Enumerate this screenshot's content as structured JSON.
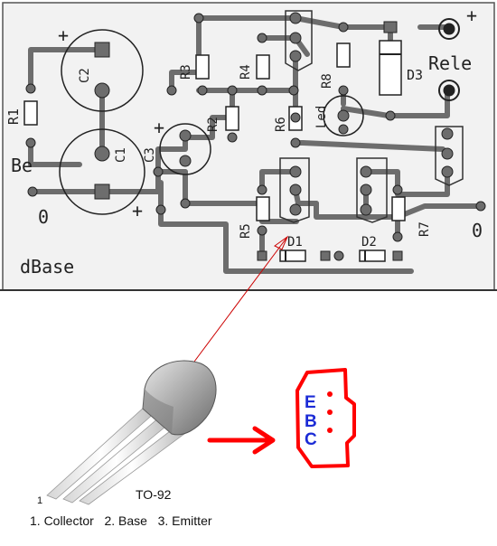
{
  "pcb": {
    "board_title": "dBase",
    "input_label": "Be",
    "zero_left": "0",
    "zero_right": "0",
    "relay_label": "Rele",
    "plus_signs": [
      "+",
      "+",
      "+",
      "+"
    ],
    "components": {
      "r1": "R1",
      "r2": "R2",
      "r3": "R3",
      "r4": "R4",
      "r5": "R5",
      "r6": "R6",
      "r7": "R7",
      "r8": "R8",
      "c1": "C1",
      "c2": "C2",
      "c3": "C3",
      "d1": "D1",
      "d2": "D2",
      "d3": "D3",
      "led": "Led"
    }
  },
  "transistor": {
    "package": "TO-92",
    "pin_one_marker": "1",
    "pinout": "1. Collector   2. Base   3. Emitter"
  },
  "annotation": {
    "letters": [
      "E",
      "B",
      "C"
    ],
    "colors": {
      "annotation": "#ff0000",
      "letters": "#1b2bd6",
      "pointer_line": "#cc0000"
    }
  }
}
